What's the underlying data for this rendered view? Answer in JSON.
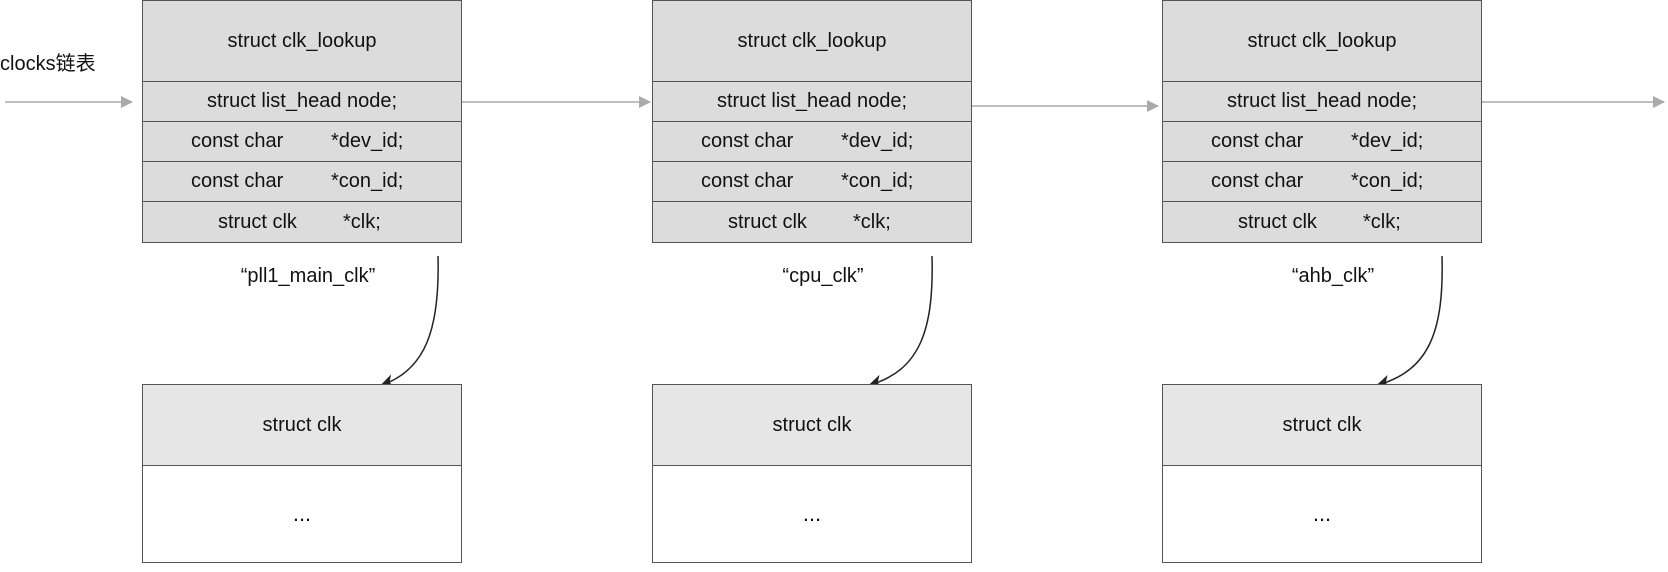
{
  "list_label": "clocks链表",
  "nodes": [
    {
      "header": "struct clk_lookup",
      "node_field": "struct list_head node;",
      "dev_type": "const char",
      "dev_field": "*dev_id;",
      "con_type": "const char",
      "con_field": "*con_id;",
      "clk_type": "struct clk",
      "clk_field": "*clk;",
      "name": "“pll1_main_clk”",
      "clk_header": "struct clk",
      "clk_body": "..."
    },
    {
      "header": "struct clk_lookup",
      "node_field": "struct list_head node;",
      "dev_type": "const char",
      "dev_field": "*dev_id;",
      "con_type": "const char",
      "con_field": "*con_id;",
      "clk_type": "struct clk",
      "clk_field": "*clk;",
      "name": "“cpu_clk”",
      "clk_header": "struct clk",
      "clk_body": "..."
    },
    {
      "header": "struct clk_lookup",
      "node_field": "struct list_head node;",
      "dev_type": "const char",
      "dev_field": "*dev_id;",
      "con_type": "const char",
      "con_field": "*con_id;",
      "clk_type": "struct clk",
      "clk_field": "*clk;",
      "name": "“ahb_clk”",
      "clk_header": "struct clk",
      "clk_body": "..."
    }
  ],
  "colors": {
    "lookup_fill": "#dcdcdc",
    "clk_header_fill": "#e6e6e6",
    "border": "#555555",
    "list_arrow": "#aaaaaa",
    "pointer_arrow": "#222222"
  }
}
